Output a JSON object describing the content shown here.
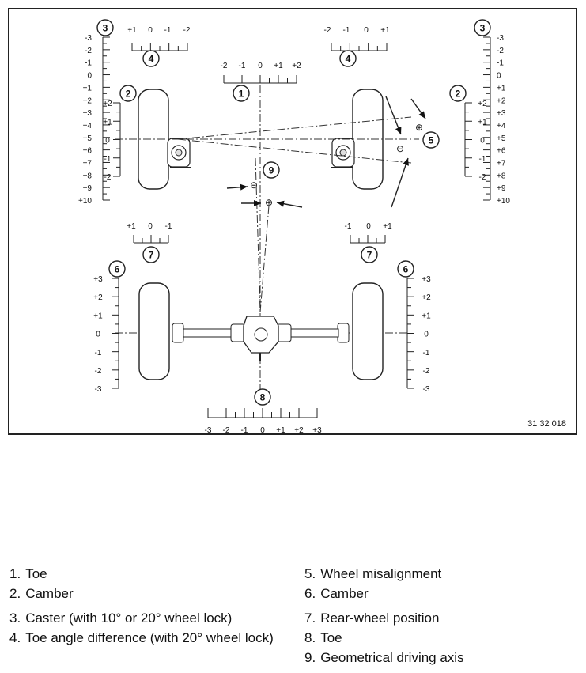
{
  "figure": {
    "ref_code": "31 32 018",
    "callouts": [
      "1",
      "2",
      "3",
      "4",
      "5",
      "6",
      "7",
      "8",
      "9"
    ],
    "scales": {
      "scale1_ticks": [
        "-2",
        "-1",
        "0",
        "+1",
        "+2"
      ],
      "scale4_left_ticks": [
        "+1",
        "0",
        "-1",
        "-2"
      ],
      "scale4_right_ticks": [
        "-2",
        "-1",
        "0",
        "+1"
      ],
      "scale3_ticks": [
        "-3",
        "-2",
        "-1",
        "0",
        "+1",
        "+2",
        "+3",
        "+4",
        "+5",
        "+6",
        "+7",
        "+8",
        "+9",
        "+10"
      ],
      "scale2_ticks": [
        "+2",
        "+1",
        "0",
        "-1",
        "-2"
      ],
      "scale7_left_ticks": [
        "+1",
        "0",
        "-1"
      ],
      "scale7_right_ticks": [
        "-1",
        "0",
        "+1"
      ],
      "scale6_ticks": [
        "+3",
        "+2",
        "+1",
        "0",
        "-1",
        "-2",
        "-3"
      ],
      "scale8_ticks": [
        "-3",
        "-2",
        "-1",
        "0",
        "+1",
        "+2",
        "+3"
      ]
    },
    "signs": {
      "minus": "⊖",
      "plus": "⊕"
    }
  },
  "legend": [
    {
      "num": "1.",
      "text": "Toe"
    },
    {
      "num": "2.",
      "text": "Camber"
    },
    {
      "num": "3.",
      "text": "Caster (with 10° or 20° wheel lock)"
    },
    {
      "num": "4.",
      "text": "Toe angle difference (with 20° wheel lock)"
    },
    {
      "num": "5.",
      "text": "Wheel misalignment"
    },
    {
      "num": "6.",
      "text": "Camber"
    },
    {
      "num": "7.",
      "text": "Rear-wheel position"
    },
    {
      "num": "8.",
      "text": "Toe"
    },
    {
      "num": "9.",
      "text": "Geometrical driving axis"
    }
  ]
}
